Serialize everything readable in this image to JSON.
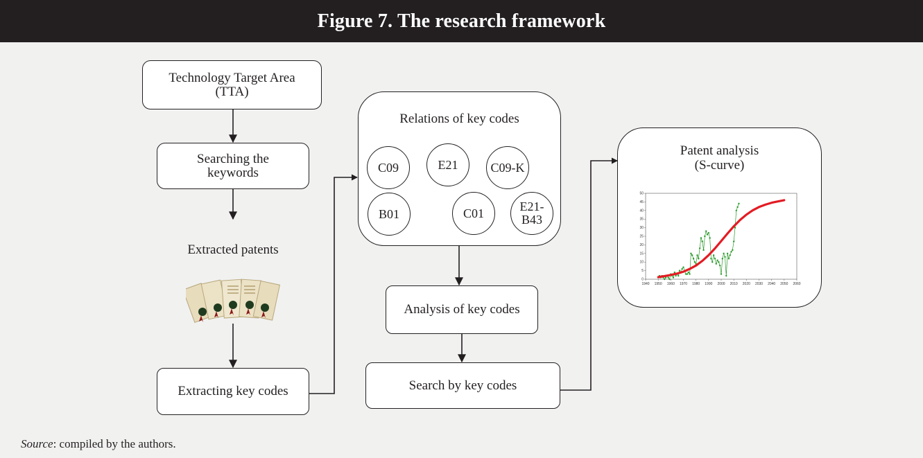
{
  "title": "Figure 7. The research framework",
  "nodes": {
    "tta": "Technology Target Area (TTA)",
    "searching": "Searching the keywords",
    "extracted_patents": "Extracted patents",
    "extracting_codes": "Extracting key codes",
    "relations": "Relations of key codes",
    "analysis": "Analysis of key codes",
    "search_by_codes": "Search by key codes",
    "patent_analysis_line1": "Patent analysis",
    "patent_analysis_line2": "(S-curve)"
  },
  "key_codes": [
    "C09",
    "E21",
    "C09-K",
    "B01",
    "C01",
    "E21- B43"
  ],
  "source": {
    "label": "Source",
    "text": ": compiled by the authors."
  },
  "chart_data": {
    "type": "line",
    "title": "",
    "xlabel": "",
    "ylabel": "",
    "xlim": [
      1940,
      2060
    ],
    "ylim": [
      0,
      50
    ],
    "xticks": [
      1940,
      1950,
      1960,
      1970,
      1980,
      1990,
      2000,
      2010,
      2020,
      2030,
      2040,
      2050,
      2060
    ],
    "yticks": [
      0,
      5,
      10,
      15,
      20,
      25,
      30,
      35,
      40,
      45,
      50
    ],
    "series": [
      {
        "color": "#2a9a2a",
        "marker": "dot",
        "x": [
          1950,
          1951,
          1952,
          1953,
          1954,
          1955,
          1956,
          1957,
          1958,
          1959,
          1960,
          1961,
          1962,
          1963,
          1964,
          1965,
          1966,
          1967,
          1968,
          1969,
          1970,
          1971,
          1972,
          1973,
          1974,
          1975,
          1976,
          1977,
          1978,
          1979,
          1980,
          1981,
          1982,
          1983,
          1984,
          1985,
          1986,
          1987,
          1988,
          1989,
          1990,
          1991,
          1992,
          1993,
          1994,
          1995,
          1996,
          1997,
          1998,
          1999,
          2000,
          2001,
          2002,
          2003,
          2004,
          2005,
          2006,
          2007,
          2008,
          2009,
          2010,
          2011,
          2012,
          2013,
          2014
        ],
        "y": [
          1,
          2,
          1,
          2,
          1,
          0,
          1,
          2,
          1,
          0,
          3,
          2,
          1,
          4,
          2,
          3,
          2,
          5,
          4,
          6,
          7,
          5,
          3,
          3,
          4,
          3,
          15,
          14,
          12,
          10,
          9,
          14,
          12,
          18,
          24,
          22,
          17,
          25,
          28,
          26,
          27,
          24,
          12,
          10,
          14,
          12,
          9,
          11,
          10,
          8,
          3,
          12,
          15,
          13,
          2,
          15,
          12,
          14,
          16,
          17,
          22,
          30,
          40,
          42,
          44
        ]
      },
      {
        "color": "#e31b23",
        "marker": "line",
        "x": [
          1950,
          1955,
          1960,
          1965,
          1970,
          1975,
          1980,
          1985,
          1990,
          1995,
          2000,
          2005,
          2010,
          2015,
          2020,
          2025,
          2030,
          2035,
          2040,
          2045,
          2050
        ],
        "y": [
          1.2,
          1.8,
          2.5,
          3.3,
          4.4,
          6.0,
          8.0,
          10.7,
          14.0,
          17.9,
          22.2,
          26.6,
          30.8,
          34.5,
          37.6,
          40.1,
          42.0,
          43.4,
          44.5,
          45.3,
          46.0
        ]
      }
    ]
  }
}
